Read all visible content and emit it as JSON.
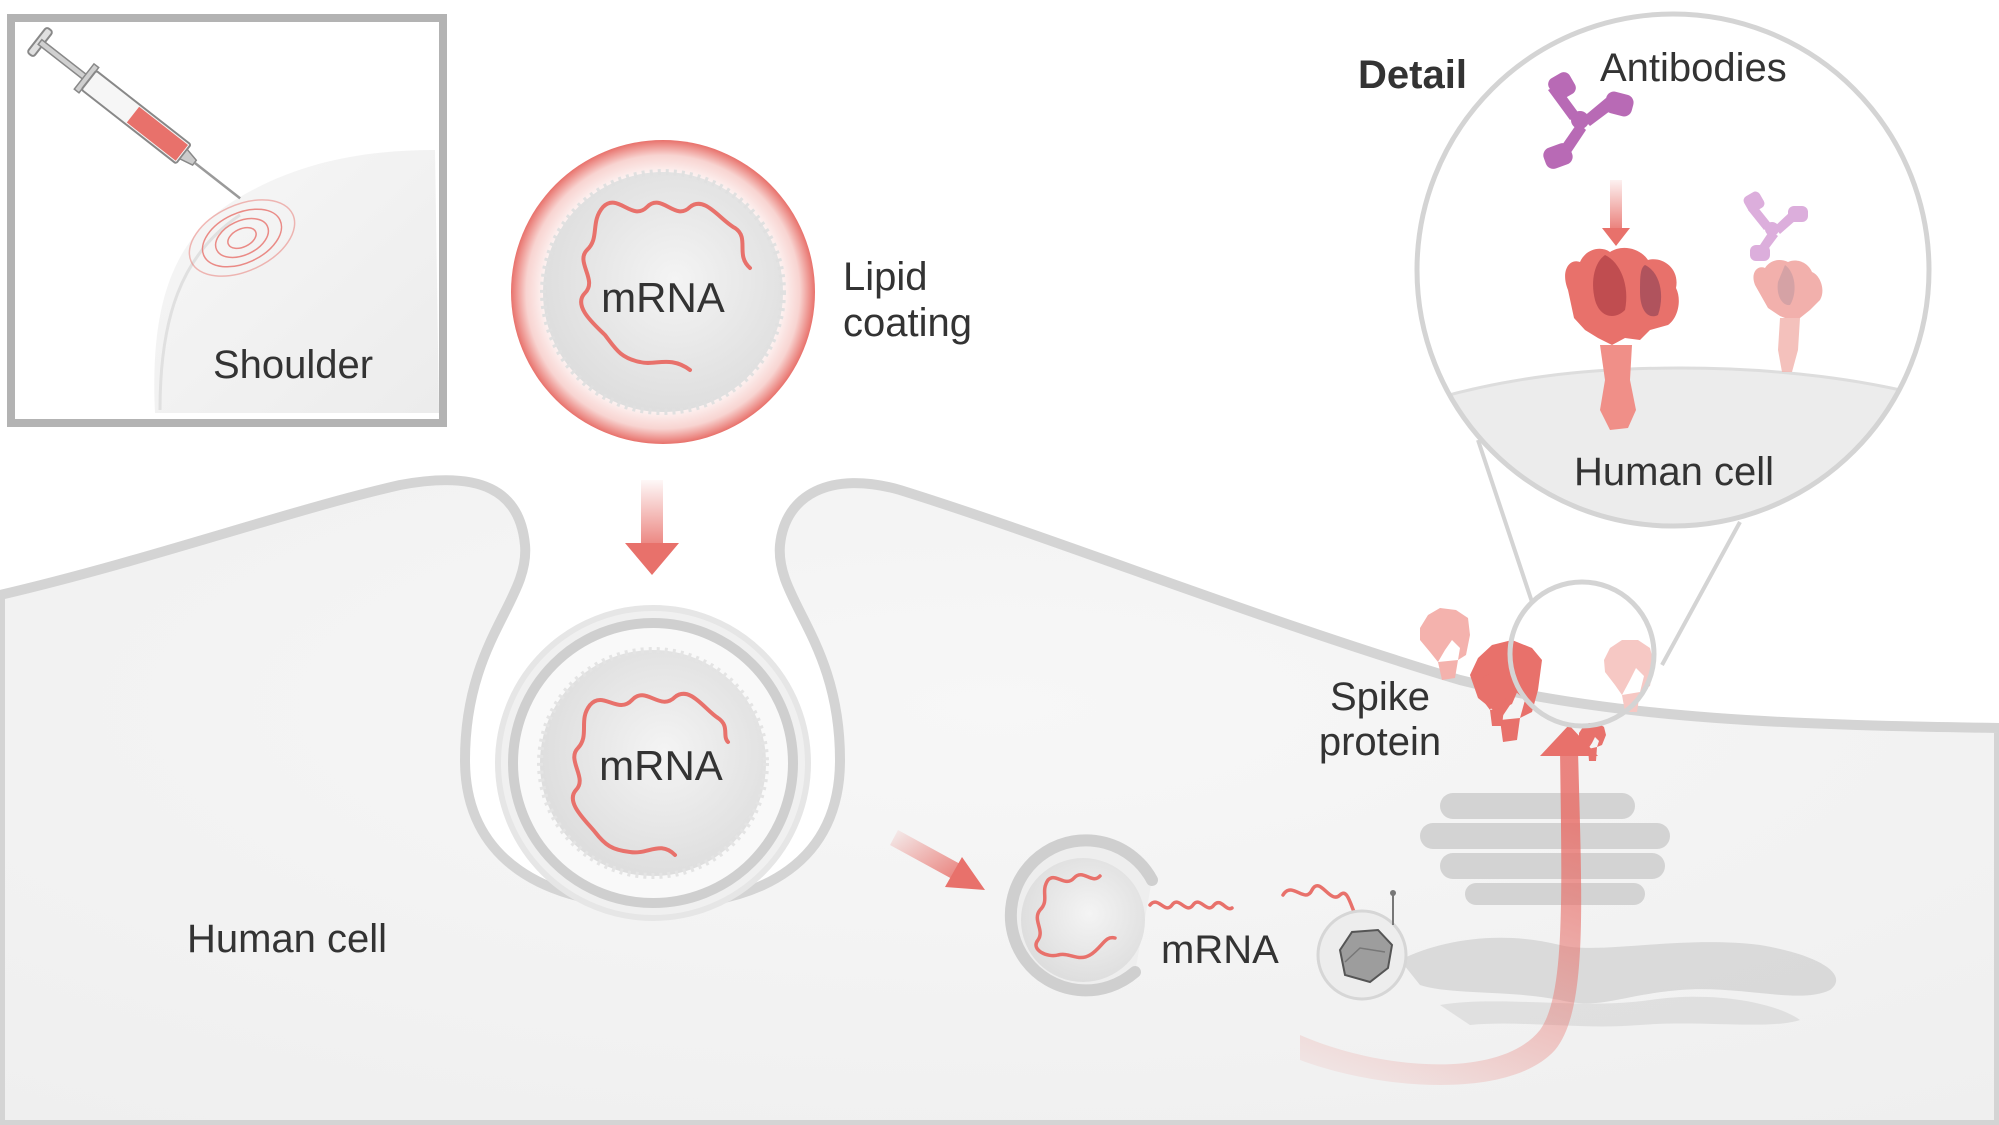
{
  "labels": {
    "shoulder": "Shoulder",
    "mrna_vaccine": "mRNA",
    "lipid_line1": "Lipid",
    "lipid_line2": "coating",
    "mrna_endosome": "mRNA",
    "human_cell": "Human cell",
    "mrna_released": "mRNA",
    "spike_line1": "Spike",
    "spike_line2": "protein",
    "detail_title": "Detail",
    "antibodies": "Antibodies",
    "detail_human_cell": "Human cell"
  },
  "colors": {
    "accent": "#e8716b",
    "accent_light": "#f4b2ad",
    "antibody": "#b86ab5",
    "antibody_light": "#dcaedc",
    "membrane": "#d4d4d4",
    "cell_fill": "#f2f2f2",
    "text": "#333333",
    "inset_border": "#b3b3b3",
    "organelle": "#d0d0d0"
  },
  "icons": {
    "injection": "syringe-icon",
    "ribosome": "ribosome-icon",
    "spike": "spike-protein-icon",
    "antibody": "antibody-icon"
  }
}
